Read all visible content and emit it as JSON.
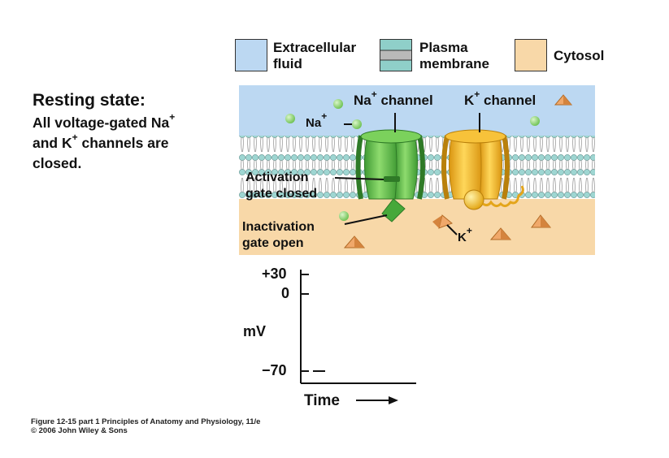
{
  "legend": {
    "extracellular": {
      "label_line1": "Extracellular",
      "label_line2": "fluid",
      "color": "#bcd8f2"
    },
    "membrane": {
      "label_line1": "Plasma",
      "label_line2": "membrane",
      "color_outer": "#8fcfc9",
      "color_inner": "#b9b9b9"
    },
    "cytosol": {
      "label": "Cytosol",
      "color": "#f8d8a8"
    }
  },
  "state": {
    "title": "Resting state:",
    "line1_pre": "All voltage-gated Na",
    "line1_sup": "+",
    "line2_pre": "and K",
    "line2_sup": "+",
    "line2_post": " channels are",
    "line3": "closed."
  },
  "diagram": {
    "na_channel_pre": "Na",
    "na_channel_sup": "+",
    "na_channel_post": " channel",
    "k_channel_pre": "K",
    "k_channel_sup": "+",
    "k_channel_post": " channel",
    "na_ion_pre": "Na",
    "na_ion_sup": "+",
    "k_ion_pre": "K",
    "k_ion_sup": "+",
    "activation_line1": "Activation",
    "activation_line2": "gate closed",
    "inactivation_line1": "Inactivation",
    "inactivation_line2": "gate open",
    "colors": {
      "na_channel": "#5bbf4a",
      "k_channel": "#f2b51c",
      "na_ion": "#8fd67a",
      "k_ion": "#f0a86a"
    }
  },
  "graph": {
    "tick_top": "+30",
    "tick_zero": "0",
    "tick_bottom": "−70",
    "ylabel": "mV",
    "xlabel": "Time",
    "resting_potential_mV": -70
  },
  "caption": {
    "line1": "Figure 12-15 part 1  Principles of Anatomy and Physiology, 11/e",
    "line2": "© 2006 John Wiley & Sons"
  }
}
